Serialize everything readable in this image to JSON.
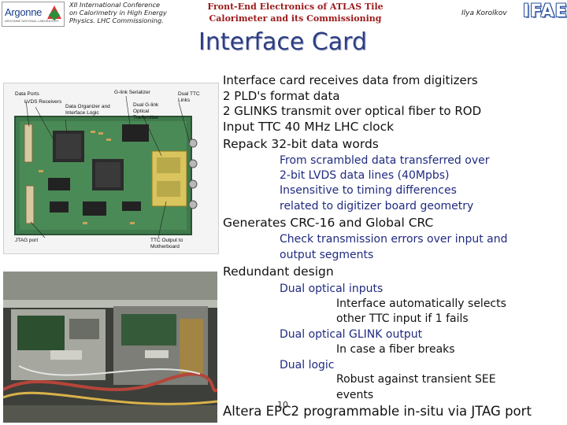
{
  "header": {
    "logo_left": {
      "text": "Argonne",
      "subtext": "ARGONNE NATIONAL LABORATORY"
    },
    "conference": [
      "XII International Conference",
      "on Calorimetry in High Energy",
      "Physics. LHC Commissioning."
    ],
    "talk_title": [
      "Front-End Electronics of ATLAS Tile",
      "Calorimeter and its Commissioning"
    ],
    "author": "Ilya Korolkov",
    "logo_right": {
      "text": "IFAE"
    }
  },
  "slide_title": "Interface Card",
  "board_labels": {
    "data_ports": "Data Ports",
    "lvds": "LVDS Receivers",
    "organizer": [
      "Data Organizer and",
      "Interface Logic"
    ],
    "serializer": "G-link Serializer",
    "dual_ttc": [
      "Dual TTC",
      "Links"
    ],
    "dual_glink": [
      "Dual G-link",
      "Optical",
      "Transmitter"
    ],
    "jtag": "JTAG port",
    "ttc_output": [
      "TTC Output to",
      "Motherboard"
    ]
  },
  "body": [
    {
      "level": 1,
      "text": "Interface card receives data from digitizers"
    },
    {
      "level": 1,
      "text": "2 PLD's format data"
    },
    {
      "level": 1,
      "text": "2 GLINKS transmit over optical fiber to ROD"
    },
    {
      "level": 2,
      "text": "Input TTC 40 MHz LHC clock"
    },
    {
      "level": 2,
      "text": "Repack 32-bit data words"
    },
    {
      "level": 3,
      "text": "From scrambled data transferred over"
    },
    {
      "level": 3,
      "text": "2-bit LVDS data lines (40Mpbs)"
    },
    {
      "level": 3,
      "text": "Insensitive to timing differences"
    },
    {
      "level": 3,
      "text": "related to digitizer board geometry"
    },
    {
      "level": 2,
      "text": "Generates CRC-16 and Global CRC"
    },
    {
      "level": 3,
      "text": "Check transmission errors over input and"
    },
    {
      "level": 3,
      "text": "output segments"
    },
    {
      "level": 2,
      "text": "Redundant design"
    },
    {
      "level": 3,
      "text": "Dual optical inputs"
    },
    {
      "level": 4,
      "text": "Interface automatically selects"
    },
    {
      "level": 4,
      "text": "other TTC input if 1 fails"
    },
    {
      "level": 3,
      "text": "Dual optical GLINK output"
    },
    {
      "level": 4,
      "text": "In case a fiber breaks"
    },
    {
      "level": 3,
      "text": "Dual logic"
    },
    {
      "level": 4,
      "text": "Robust against transient SEE"
    },
    {
      "level": 4,
      "text": "events"
    }
  ],
  "footer": "Altera EPC2 programmable in-situ via JTAG port",
  "page_number": "10",
  "colors": {
    "title": "#2b3f85",
    "talk_title": "#9b1a1a",
    "sub_bullet": "#202a80"
  }
}
